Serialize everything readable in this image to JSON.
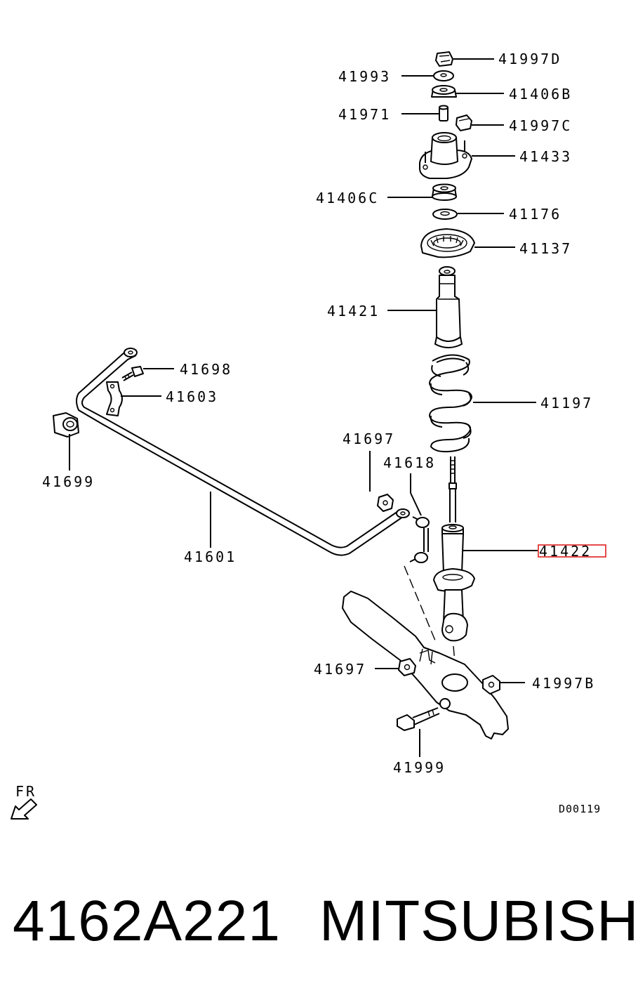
{
  "diagram": {
    "labels": {
      "l41997D": "41997D",
      "l41993": "41993",
      "l41406B": "41406B",
      "l41971": "41971",
      "l41997C": "41997C",
      "l41433": "41433",
      "l41406C": "41406C",
      "l41176": "41176",
      "l41137": "41137",
      "l41421": "41421",
      "l41698": "41698",
      "l41603": "41603",
      "l41197": "41197",
      "l41699": "41699",
      "l41697a": "41697",
      "l41618": "41618",
      "l41601": "41601",
      "l41422": "41422",
      "l41697b": "41697",
      "l41997B": "41997B",
      "l41999": "41999"
    },
    "highlighted_label": "41422",
    "highlight_color": "#e02020",
    "direction_label": "FR",
    "drawing_code": "D00119"
  },
  "footer": {
    "part_number": "4162A221",
    "brand": "MITSUBISHI"
  }
}
